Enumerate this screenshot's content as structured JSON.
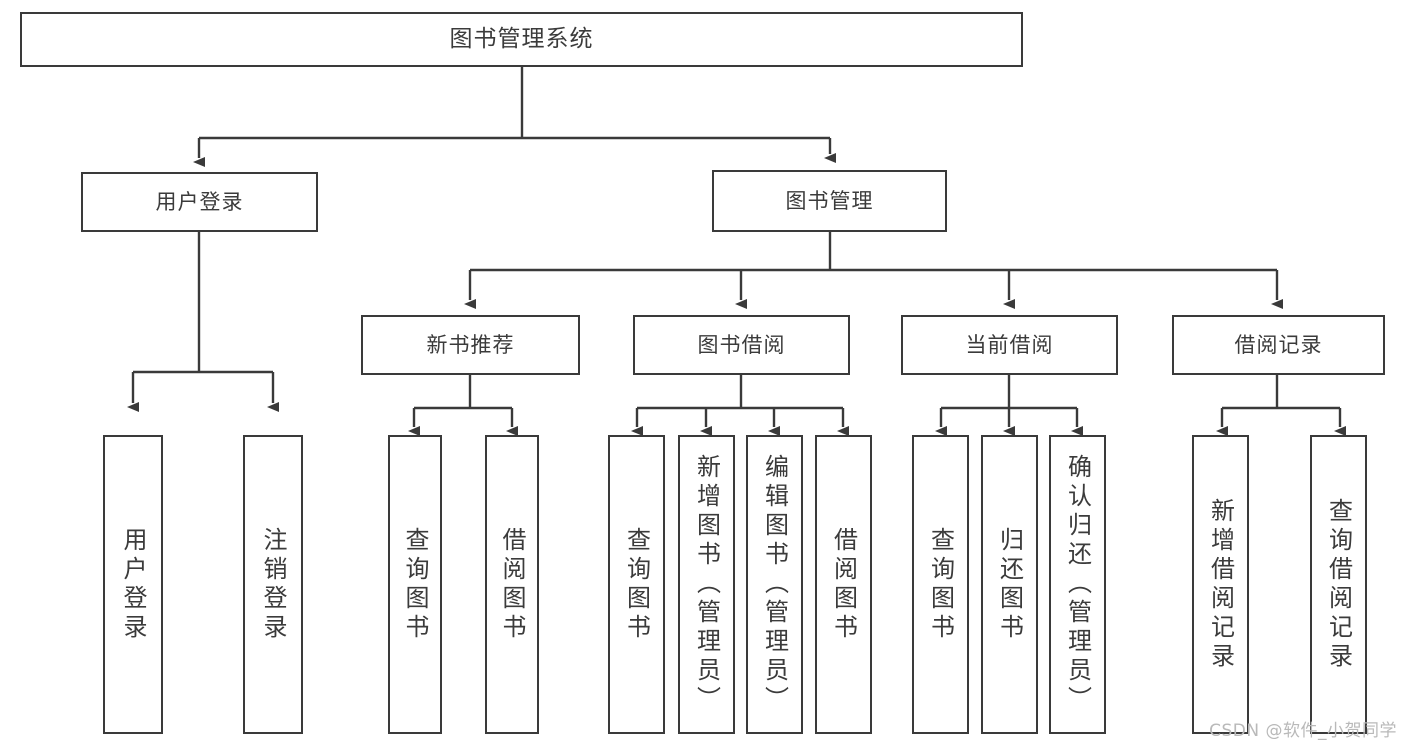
{
  "diagram": {
    "title": "图书管理系统",
    "watermark": "CSDN @软件_小贺同学",
    "type": "tree-hierarchy",
    "orientation": "top-down",
    "levels": 4,
    "colors": {
      "stroke": "#3a3a3a",
      "fill": "#ffffff",
      "text": "#3b3b3b",
      "background": "#ffffff",
      "watermark": "#b9b9b9"
    },
    "root": {
      "label": "图书管理系统"
    },
    "level2": [
      {
        "label": "用户登录"
      },
      {
        "label": "图书管理"
      }
    ],
    "level3": [
      {
        "label": "新书推荐"
      },
      {
        "label": "图书借阅"
      },
      {
        "label": "当前借阅"
      },
      {
        "label": "借阅记录"
      }
    ],
    "leaves_user_login": [
      {
        "label": "用户登录"
      },
      {
        "label": "注销登录"
      }
    ],
    "leaves_new_books": [
      {
        "label": "查询图书"
      },
      {
        "label": "借阅图书"
      }
    ],
    "leaves_borrow": [
      {
        "label": "查询图书"
      },
      {
        "label": "新增图书（管理员）"
      },
      {
        "label": "编辑图书（管理员）"
      },
      {
        "label": "借阅图书"
      }
    ],
    "leaves_current": [
      {
        "label": "查询图书"
      },
      {
        "label": "归还图书"
      },
      {
        "label": "确认归还（管理员）"
      }
    ],
    "leaves_records": [
      {
        "label": "新增借阅记录"
      },
      {
        "label": "查询借阅记录"
      }
    ]
  }
}
